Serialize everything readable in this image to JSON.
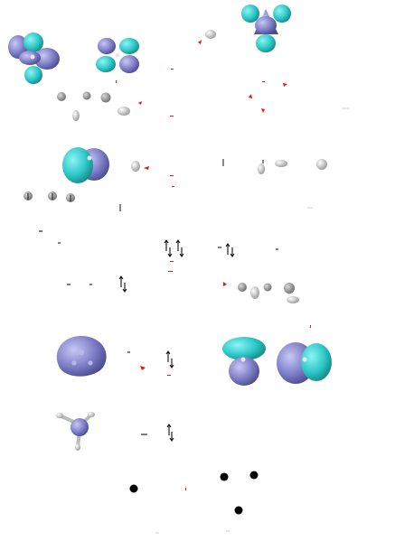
{
  "diagram": {
    "title": "",
    "colors": {
      "lobe_cyan": "#2ec8c8",
      "lobe_blue": "#7e7ec8",
      "atom_gray": "#8a8a8a",
      "atom_white": "#e8e8e8",
      "atom_black": "#000000",
      "arrow_red": "#e01818",
      "level_black": "#111111"
    },
    "orbital_rows": [
      {
        "id": "row-1",
        "shapes": [
          "d-orbital-left",
          "d-orbital-middle",
          "d-orbital-top-right"
        ]
      },
      {
        "id": "row-2",
        "shapes": [
          "p-orbital-left"
        ]
      },
      {
        "id": "row-3",
        "shapes": [
          "s-orbital-left",
          "d-orbital-bottom-right-a",
          "d-orbital-bottom-right-b"
        ]
      },
      {
        "id": "row-4",
        "shapes": [
          "molecule-bottom-left"
        ]
      }
    ],
    "labels": []
  }
}
